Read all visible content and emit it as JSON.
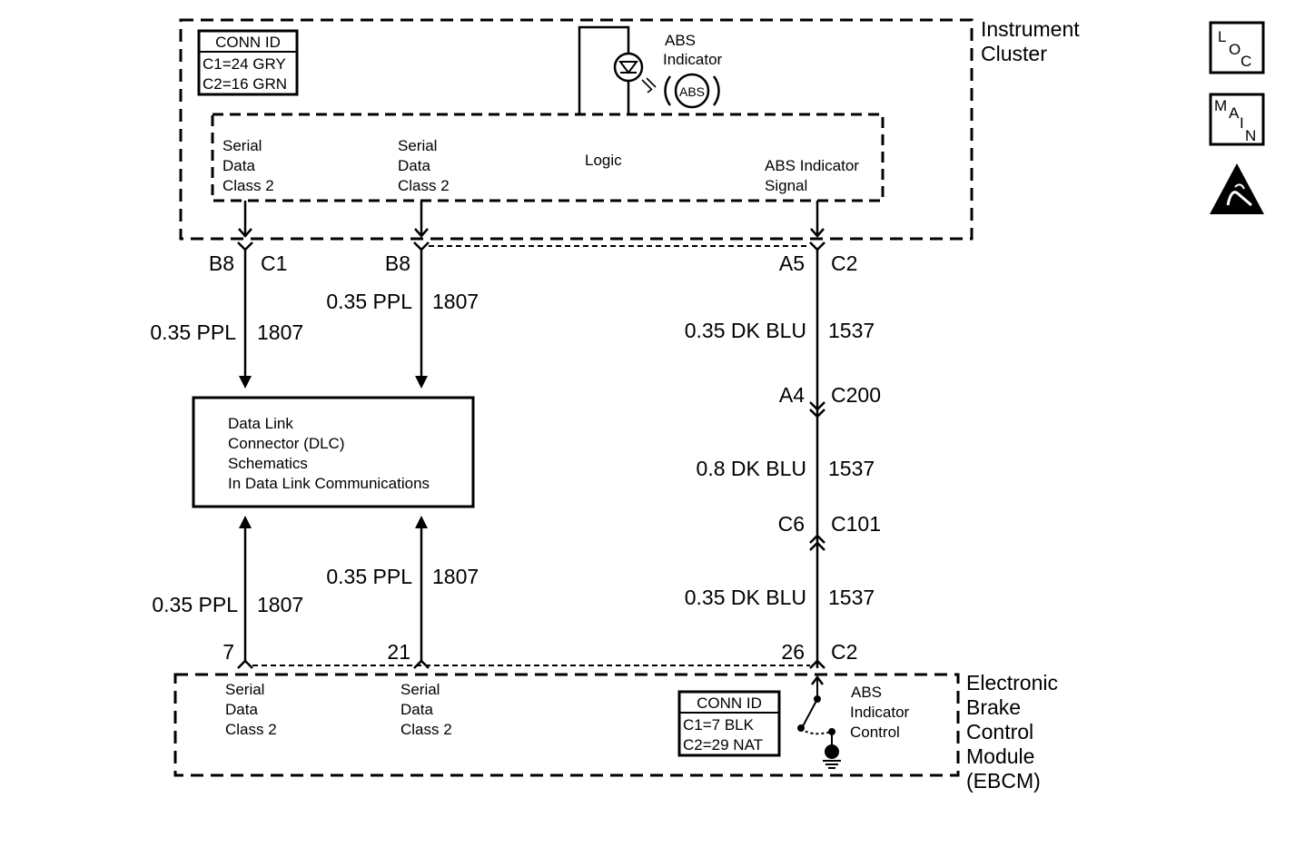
{
  "instrument_cluster": {
    "title_line1": "Instrument",
    "title_line2": "Cluster",
    "conn_id": {
      "header": "CONN ID",
      "row1": "C1=24 GRY",
      "row2": "C2=16 GRN"
    },
    "abs_indicator_line1": "ABS",
    "abs_indicator_line2": "Indicator",
    "abs_symbol": "ABS",
    "logic_label": "Logic",
    "sd_left": [
      "Serial",
      "Data",
      "Class 2"
    ],
    "sd_mid": [
      "Serial",
      "Data",
      "Class 2"
    ],
    "abs_signal": [
      "ABS Indicator",
      "Signal"
    ]
  },
  "wires": {
    "left_top": {
      "pin": "B8",
      "conn": "C1",
      "gauge": "0.35 PPL",
      "circuit": "1807"
    },
    "mid_top": {
      "pin": "B8",
      "gauge": "0.35 PPL",
      "circuit": "1807"
    },
    "right_top": {
      "pin": "A5",
      "conn": "C2",
      "gauge": "0.35 DK BLU",
      "circuit": "1537"
    },
    "right_c200": {
      "pin": "A4",
      "conn": "C200"
    },
    "right_mid": {
      "gauge": "0.8 DK BLU",
      "circuit": "1537"
    },
    "right_c101": {
      "pin": "C6",
      "conn": "C101"
    },
    "right_low": {
      "gauge": "0.35 DK BLU",
      "circuit": "1537"
    },
    "right_bottom": {
      "pin": "26",
      "conn": "C2"
    },
    "left_bottom": {
      "pin": "7",
      "gauge": "0.35 PPL",
      "circuit": "1807"
    },
    "mid_bottom": {
      "pin": "21",
      "gauge": "0.35 PPL",
      "circuit": "1807"
    }
  },
  "dlc_box": {
    "lines": [
      "Data Link",
      "Connector (DLC)",
      "Schematics",
      "In Data Link Communications"
    ]
  },
  "ebcm": {
    "title_lines": [
      "Electronic",
      "Brake",
      "Control",
      "Module",
      "(EBCM)"
    ],
    "sd_left": [
      "Serial",
      "Data",
      "Class 2"
    ],
    "sd_mid": [
      "Serial",
      "Data",
      "Class 2"
    ],
    "conn_id": {
      "header": "CONN ID",
      "row1": "C1=7 BLK",
      "row2": "C2=29 NAT"
    },
    "abs_control": [
      "ABS",
      "Indicator",
      "Control"
    ]
  },
  "side_icons": {
    "loc": [
      "L",
      "O",
      "C"
    ],
    "main": [
      "M",
      "A",
      "I",
      "N"
    ],
    "esd_icon": "esd-warning-icon"
  }
}
